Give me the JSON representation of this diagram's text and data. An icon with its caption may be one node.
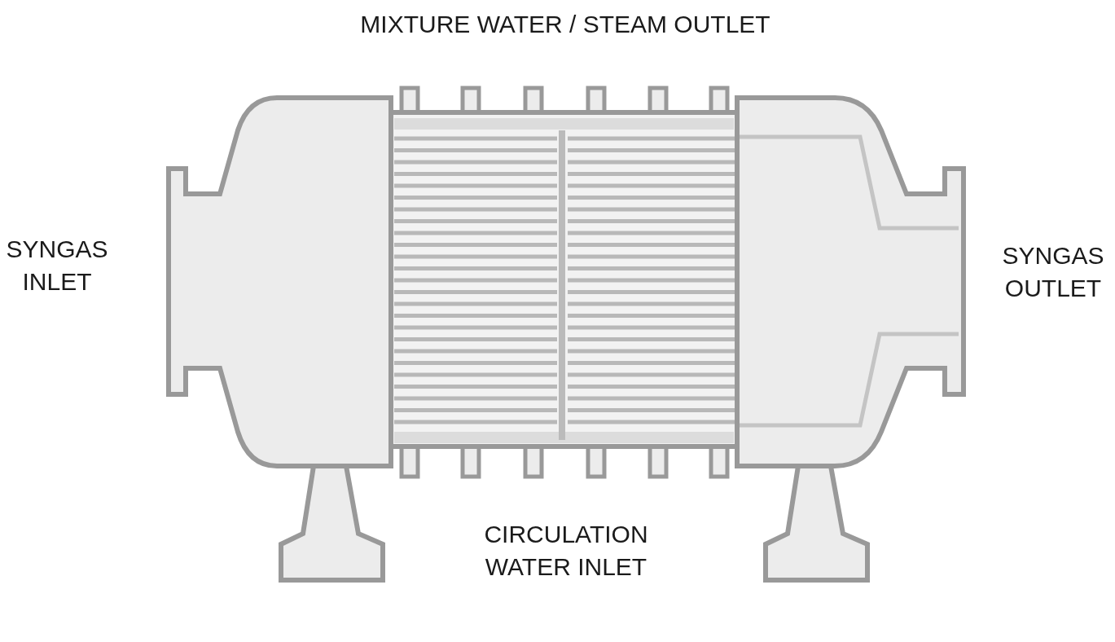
{
  "diagram": {
    "labels": [
      "MIXTURE WATER / STEAM OUTLET",
      "SYNGAS INLET",
      "SYNGAS OUTLET",
      "CIRCULATION WATER INLET"
    ]
  }
}
